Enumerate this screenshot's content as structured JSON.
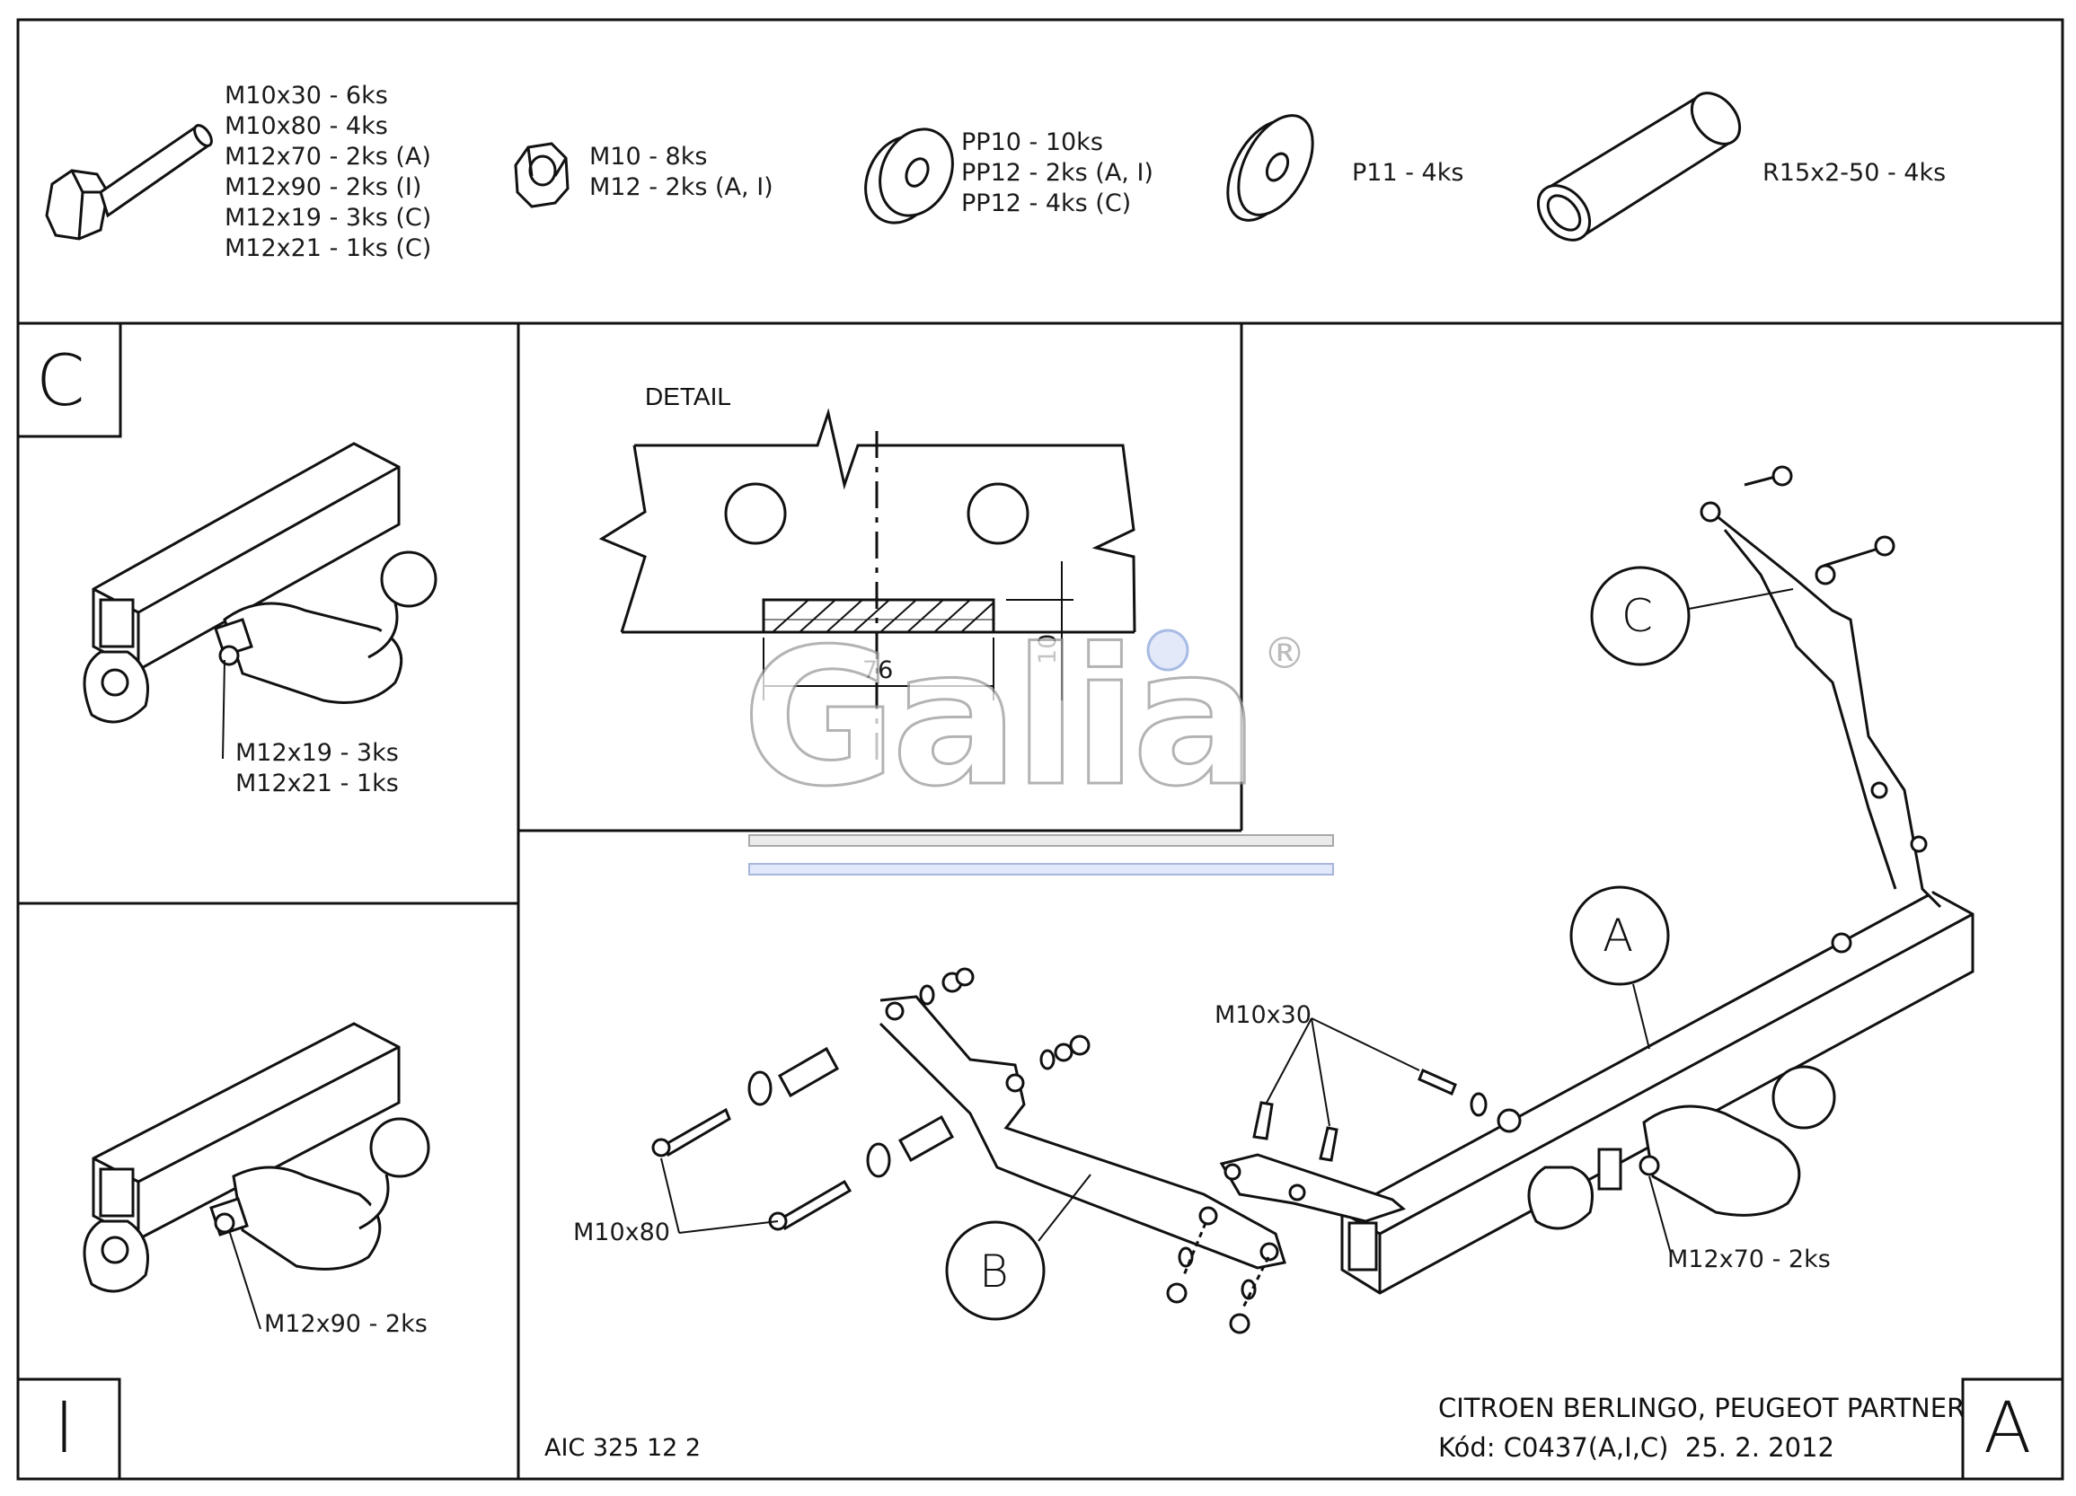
{
  "hardware": {
    "bolt": [
      "M10x30 - 6ks",
      "M10x80 - 4ks",
      "M12x70 - 2ks (A)",
      "M12x90 - 2ks (I)",
      "M12x19 - 3ks (C)",
      "M12x21 - 1ks (C)"
    ],
    "nut": [
      "M10 - 8ks",
      "M12 - 2ks (A, I)"
    ],
    "washer_pp": [
      "PP10 - 10ks",
      "PP12 - 2ks (A, I)",
      "PP12 - 4ks (C)"
    ],
    "washer_p": [
      "P11 - 4ks"
    ],
    "spacer": [
      "R15x2-50 - 4ks"
    ]
  },
  "panel_c": {
    "letter": "C",
    "callout": [
      "M12x19 - 3ks",
      "M12x21 - 1ks"
    ]
  },
  "panel_i": {
    "letter": "I",
    "callout": "M12x90 - 2ks"
  },
  "detail": {
    "title": "DETAIL",
    "dim_width": "76",
    "dim_height": "10"
  },
  "logo": {
    "text": "Galia",
    "reg": "®"
  },
  "main": {
    "letter": "A",
    "callout_a": "A",
    "callout_b": "B",
    "callout_c": "C",
    "m10x30": "M10x30",
    "m10x80": "M10x80",
    "m12x70": "M12x70 - 2ks"
  },
  "footer": {
    "code_left": "AIC 325 12 2",
    "model": "CITROEN BERLINGO, PEUGEOT PARTNER",
    "code": "Kód: C0437(A,I,C)  25. 2. 2012"
  }
}
